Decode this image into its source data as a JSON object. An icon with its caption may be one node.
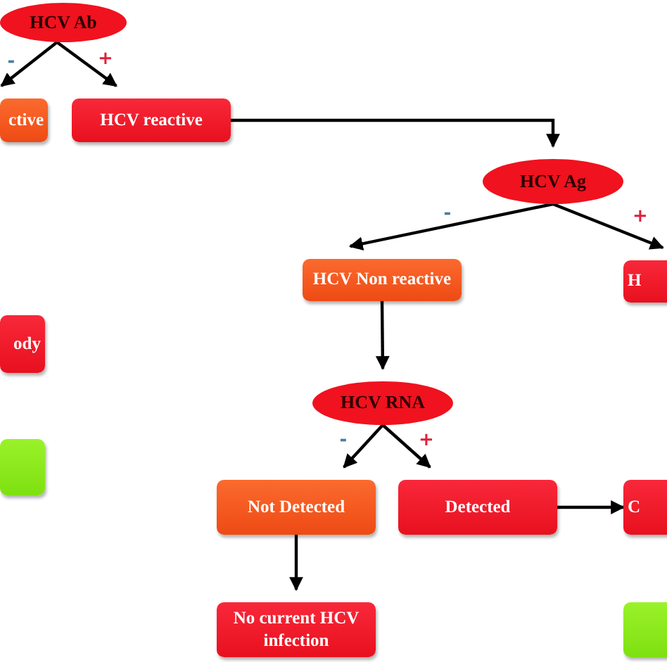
{
  "diagram": {
    "nodes": [
      {
        "text": [
          "HCV Ab"
        ]
      },
      {
        "text": [
          "ctive"
        ]
      },
      {
        "text": [
          "HCV reactive"
        ]
      },
      {
        "text": [
          "HCV Ag"
        ]
      },
      {
        "text": [
          "HCV Non reactive"
        ]
      },
      {
        "text": [
          "H"
        ]
      },
      {
        "text": [
          "ody"
        ]
      },
      {
        "text": [],
        "shape": "box"
      },
      {
        "text": [
          "HCV RNA"
        ]
      },
      {
        "text": [
          "Not Detected"
        ]
      },
      {
        "text": [
          "Detected"
        ]
      },
      {
        "text": [
          "C"
        ]
      },
      {
        "text": [
          "No current  HCV infection"
        ]
      },
      {
        "text": [],
        "shape": "box"
      }
    ],
    "edges": [
      {
        "from": 0,
        "to": 1,
        "arrow": "to",
        "label": "-"
      },
      {
        "from": 0,
        "to": 2,
        "arrow": "to",
        "label": "+"
      },
      {
        "from": 2,
        "to": 3,
        "arrow": "to"
      },
      {
        "from": 3,
        "to": 4,
        "arrow": "to",
        "label": "-"
      },
      {
        "from": 3,
        "to": 5,
        "arrow": "to",
        "label": "+"
      },
      {
        "from": 4,
        "to": 8,
        "arrow": "to"
      },
      {
        "from": 8,
        "to": 9,
        "arrow": "to",
        "label": "-"
      },
      {
        "from": 8,
        "to": 10,
        "arrow": "to",
        "label": "+"
      },
      {
        "from": 9,
        "to": 12,
        "arrow": "to"
      },
      {
        "from": 10,
        "to": 11,
        "arrow": "to"
      }
    ]
  }
}
